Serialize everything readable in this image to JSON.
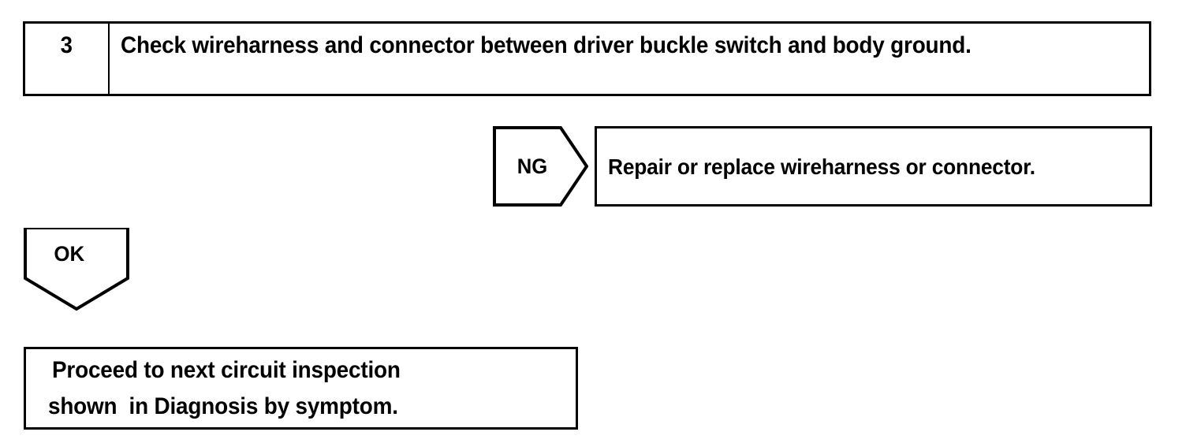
{
  "diagram": {
    "type": "troubleshooting-flowchart",
    "stroke_color": "#000000",
    "fill_color": "#FFFFFF",
    "step": {
      "number": "3",
      "instruction": "Check wireharness and connector between driver buckle switch and body ground."
    },
    "branches": [
      {
        "label": "NG",
        "shape": "arrow-right-pentagon",
        "result": "Repair or replace wireharness or connector."
      },
      {
        "label": "OK",
        "shape": "arrow-down-pentagon",
        "result": ""
      }
    ],
    "final": {
      "line1": "Proceed to next circuit inspection",
      "line2": "shown  in Diagnosis by symptom."
    }
  }
}
